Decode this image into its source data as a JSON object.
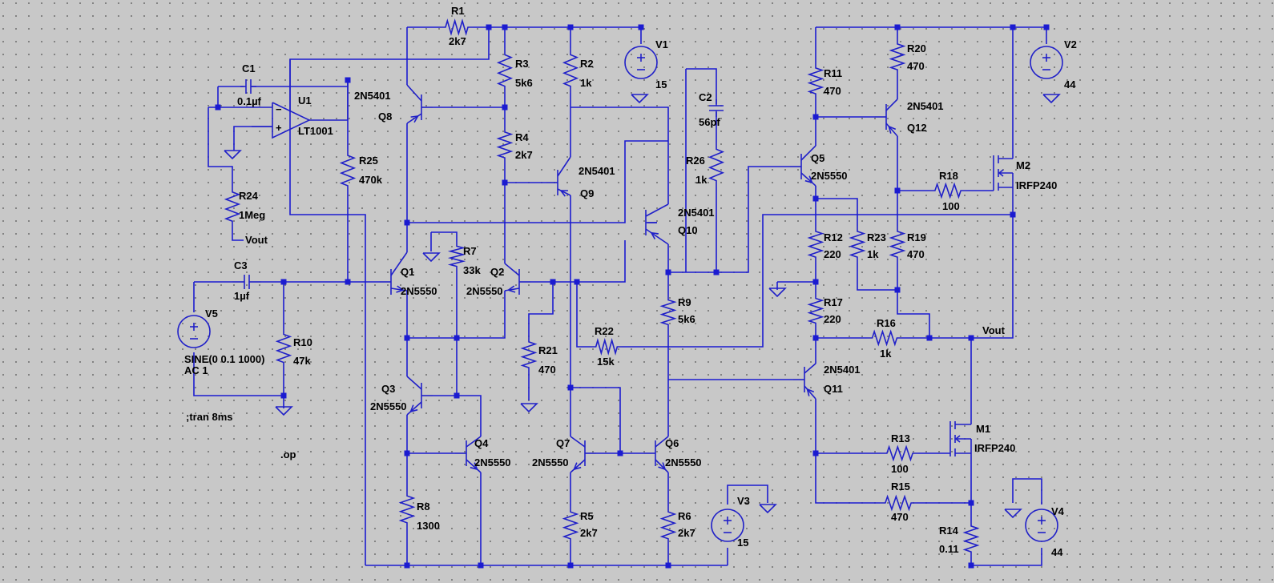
{
  "components": [
    {
      "id": "R1",
      "name": "R1",
      "value": "2k7"
    },
    {
      "id": "R2",
      "name": "R2",
      "value": "1k"
    },
    {
      "id": "R3",
      "name": "R3",
      "value": "5k6"
    },
    {
      "id": "R4",
      "name": "R4",
      "value": "2k7"
    },
    {
      "id": "R5",
      "name": "R5",
      "value": "2k7"
    },
    {
      "id": "R6",
      "name": "R6",
      "value": "2k7"
    },
    {
      "id": "R7",
      "name": "R7",
      "value": "33k"
    },
    {
      "id": "R8",
      "name": "R8",
      "value": "1300"
    },
    {
      "id": "R9",
      "name": "R9",
      "value": "5k6"
    },
    {
      "id": "R10",
      "name": "R10",
      "value": "47k"
    },
    {
      "id": "R11",
      "name": "R11",
      "value": "470"
    },
    {
      "id": "R12",
      "name": "R12",
      "value": "220"
    },
    {
      "id": "R13",
      "name": "R13",
      "value": "100"
    },
    {
      "id": "R14",
      "name": "R14",
      "value": "0.11"
    },
    {
      "id": "R15",
      "name": "R15",
      "value": "470"
    },
    {
      "id": "R16",
      "name": "R16",
      "value": "1k"
    },
    {
      "id": "R17",
      "name": "R17",
      "value": "220"
    },
    {
      "id": "R18",
      "name": "R18",
      "value": "100"
    },
    {
      "id": "R19",
      "name": "R19",
      "value": "470"
    },
    {
      "id": "R20",
      "name": "R20",
      "value": "470"
    },
    {
      "id": "R21",
      "name": "R21",
      "value": "470"
    },
    {
      "id": "R22",
      "name": "R22",
      "value": "15k"
    },
    {
      "id": "R23",
      "name": "R23",
      "value": "1k"
    },
    {
      "id": "R24",
      "name": "R24",
      "value": "1Meg"
    },
    {
      "id": "R25",
      "name": "R25",
      "value": "470k"
    },
    {
      "id": "R26",
      "name": "R26",
      "value": "1k"
    },
    {
      "id": "C1",
      "name": "C1",
      "value": "0.1µf"
    },
    {
      "id": "C2",
      "name": "C2",
      "value": "56pf"
    },
    {
      "id": "C3",
      "name": "C3",
      "value": "1µf"
    },
    {
      "id": "Q1",
      "name": "Q1",
      "value": "2N5550"
    },
    {
      "id": "Q2",
      "name": "Q2",
      "value": "2N5550"
    },
    {
      "id": "Q3",
      "name": "Q3",
      "value": "2N5550"
    },
    {
      "id": "Q4",
      "name": "Q4",
      "value": "2N5550"
    },
    {
      "id": "Q5",
      "name": "Q5",
      "value": "2N5550"
    },
    {
      "id": "Q6",
      "name": "Q6",
      "value": "2N5550"
    },
    {
      "id": "Q7",
      "name": "Q7",
      "value": "2N5550"
    },
    {
      "id": "Q8",
      "name": "Q8",
      "value": "2N5401"
    },
    {
      "id": "Q9",
      "name": "Q9",
      "value": "2N5401"
    },
    {
      "id": "Q10",
      "name": "Q10",
      "value": "2N5401"
    },
    {
      "id": "Q11",
      "name": "Q11",
      "value": "2N5401"
    },
    {
      "id": "Q12",
      "name": "Q12",
      "value": "2N5401"
    },
    {
      "id": "M1",
      "name": "M1",
      "value": "IRFP240"
    },
    {
      "id": "M2",
      "name": "M2",
      "value": "IRFP240"
    },
    {
      "id": "U1",
      "name": "U1",
      "value": "LT1001"
    },
    {
      "id": "V1",
      "name": "V1",
      "value": "15"
    },
    {
      "id": "V2",
      "name": "V2",
      "value": "44"
    },
    {
      "id": "V3",
      "name": "V3",
      "value": "15"
    },
    {
      "id": "V4",
      "name": "V4",
      "value": "44"
    },
    {
      "id": "V5",
      "name": "V5",
      "value": "SINE(0 0.1 1000)",
      "value2": "AC 1"
    }
  ],
  "net_labels": {
    "vout_main": "Vout",
    "vout_fb": "Vout"
  },
  "directives": {
    "tran": ";tran 8ms",
    "op": ".op"
  },
  "colors": {
    "wire": "#1b1bd0",
    "background": "#c8c8c8",
    "text": "#000000"
  }
}
